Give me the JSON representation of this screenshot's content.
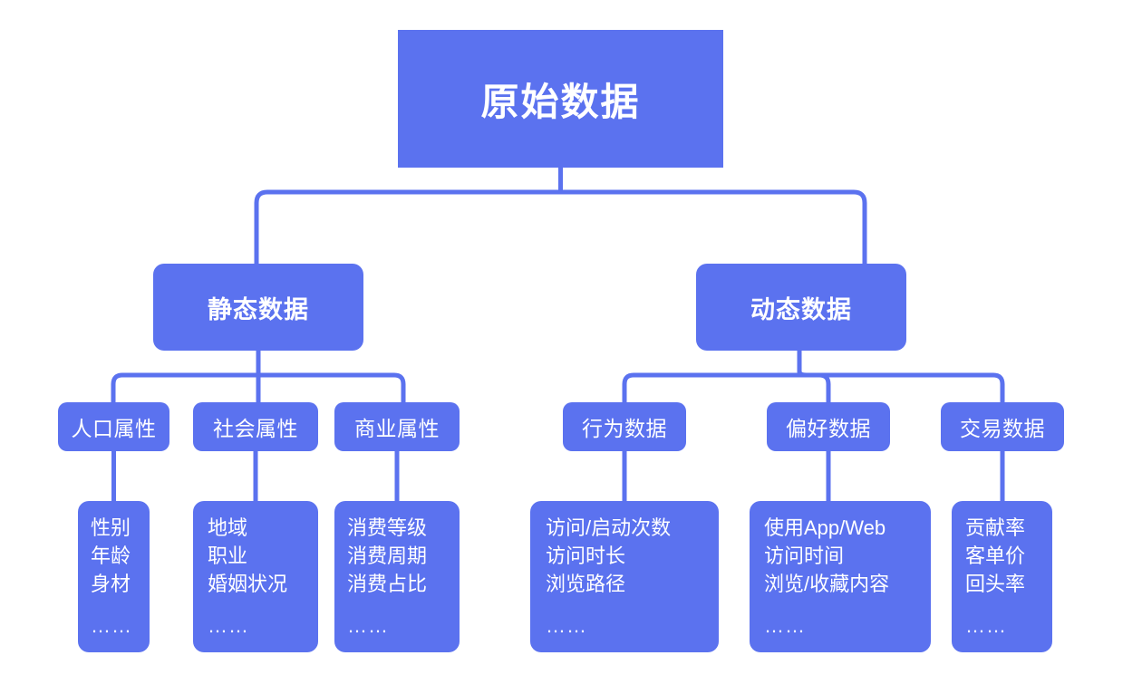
{
  "theme": {
    "accent": "#5b72ef",
    "background": "#ffffff",
    "text_on_accent": "#ffffff",
    "connector": "#5b72ef"
  },
  "diagram": {
    "type": "tree",
    "title": "原始数据",
    "root": {
      "label": "原始数据"
    },
    "level2": [
      {
        "id": "static",
        "label": "静态数据"
      },
      {
        "id": "dynamic",
        "label": "动态数据"
      }
    ],
    "level3": [
      {
        "id": "demographic",
        "parent": "static",
        "label": "人口属性"
      },
      {
        "id": "social",
        "parent": "static",
        "label": "社会属性"
      },
      {
        "id": "commercial",
        "parent": "static",
        "label": "商业属性"
      },
      {
        "id": "behavior",
        "parent": "dynamic",
        "label": "行为数据"
      },
      {
        "id": "preference",
        "parent": "dynamic",
        "label": "偏好数据"
      },
      {
        "id": "transaction",
        "parent": "dynamic",
        "label": "交易数据"
      }
    ],
    "leaves": [
      {
        "id": "demographic-items",
        "parent": "demographic",
        "lines": [
          "性别",
          "年龄",
          "身材"
        ],
        "more": "……"
      },
      {
        "id": "social-items",
        "parent": "social",
        "lines": [
          "地域",
          "职业",
          "婚姻状况"
        ],
        "more": "……"
      },
      {
        "id": "commercial-items",
        "parent": "commercial",
        "lines": [
          "消费等级",
          "消费周期",
          "消费占比"
        ],
        "more": "……"
      },
      {
        "id": "behavior-items",
        "parent": "behavior",
        "lines": [
          "访问/启动次数",
          "访问时长",
          "浏览路径"
        ],
        "more": "……"
      },
      {
        "id": "preference-items",
        "parent": "preference",
        "lines": [
          "使用App/Web",
          "访问时间",
          "浏览/收藏内容"
        ],
        "more": "……"
      },
      {
        "id": "transaction-items",
        "parent": "transaction",
        "lines": [
          "贡献率",
          "客单价",
          "回头率"
        ],
        "more": "……"
      }
    ]
  }
}
